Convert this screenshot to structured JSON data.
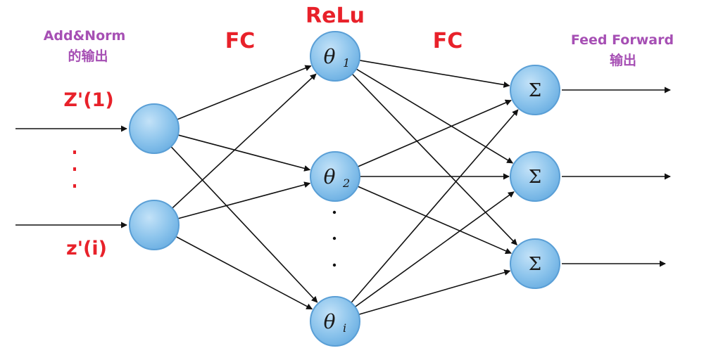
{
  "labels": {
    "input_title_line1": "Add&Norm",
    "input_title_line2": "的输出",
    "fc_left": "FC",
    "relu": "ReLu",
    "fc_right": "FC",
    "output_title_line1": "Feed Forward",
    "output_title_line2": "输出",
    "input_top": "Z'(1)",
    "input_bottom": "z'(i)"
  },
  "hidden_nodes": [
    {
      "symbol": "θ",
      "sub": "1"
    },
    {
      "symbol": "θ",
      "sub": "2"
    },
    {
      "symbol": "θ",
      "sub": "i"
    }
  ],
  "output_nodes": [
    {
      "symbol": "Σ"
    },
    {
      "symbol": "Σ"
    },
    {
      "symbol": "Σ"
    }
  ],
  "colors": {
    "node_fill": "#8cc4ec",
    "node_stroke": "#5a9fd6",
    "label_red": "#e8212a",
    "label_purple": "#a64fb4"
  }
}
